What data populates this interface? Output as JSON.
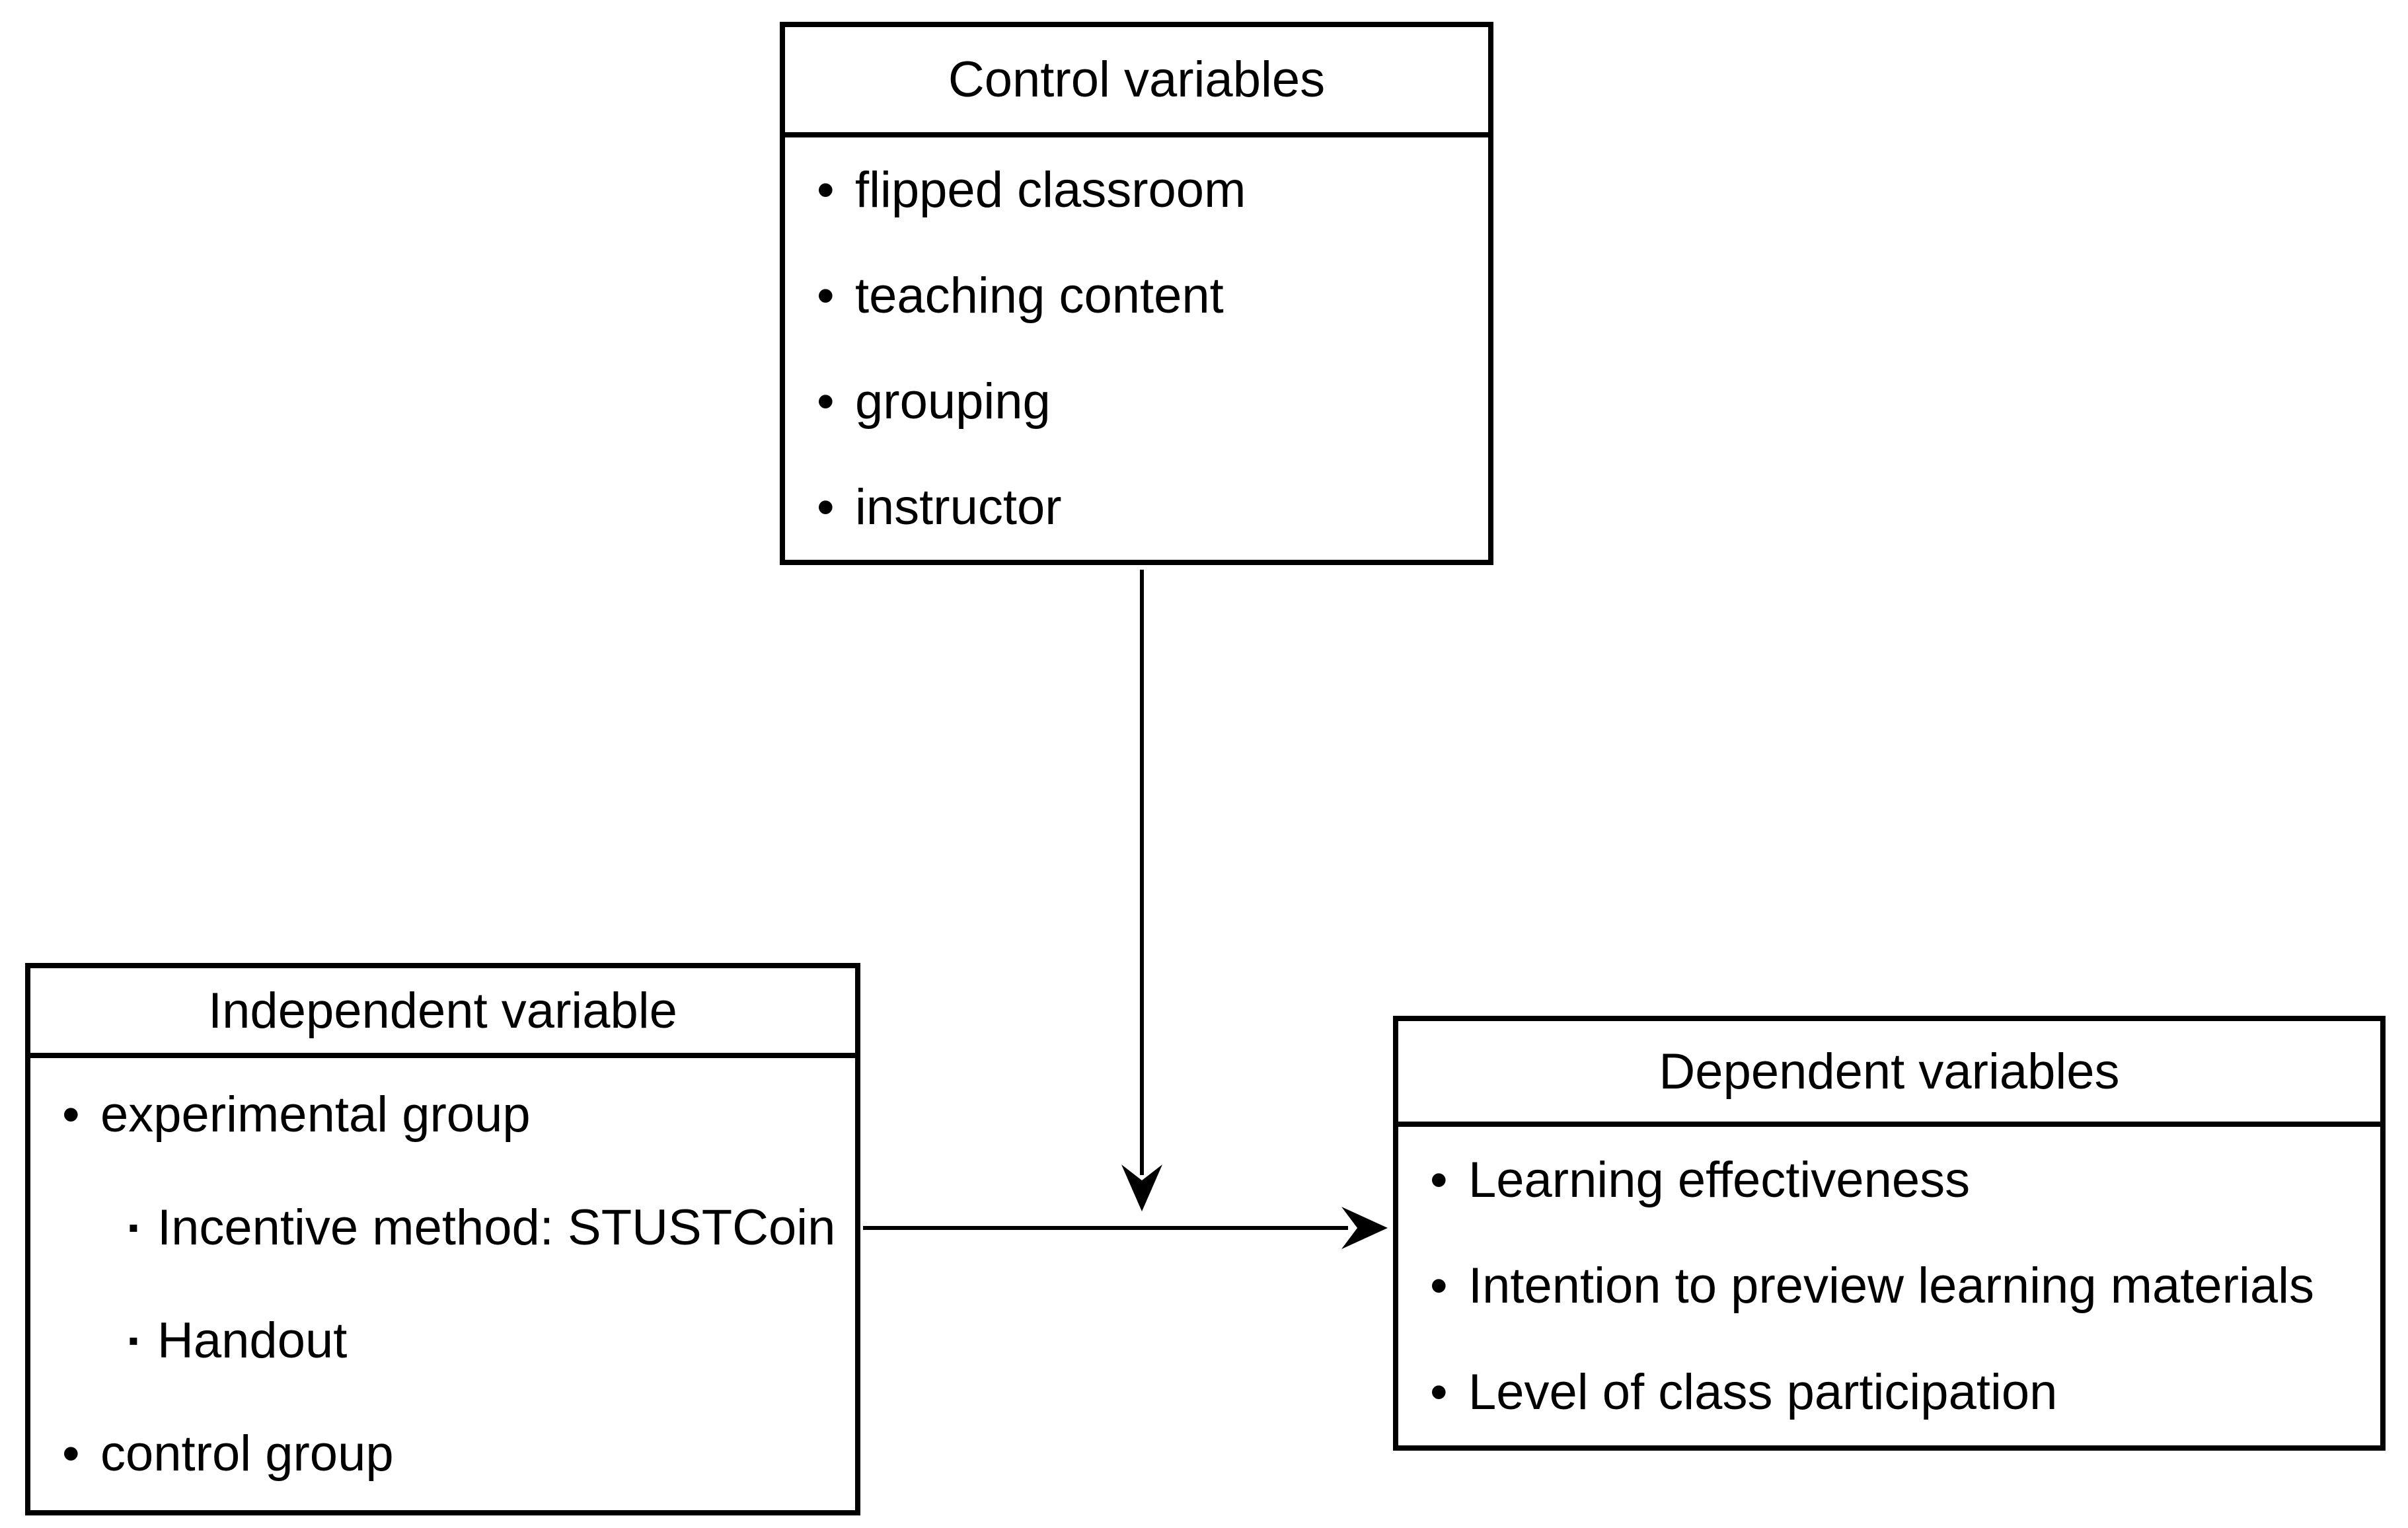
{
  "boxes": {
    "control": {
      "title": "Control variables",
      "items": [
        "flipped classroom",
        "teaching content",
        "grouping",
        "instructor"
      ]
    },
    "independent": {
      "title": "Independent variable",
      "items": [
        {
          "label": "experimental group",
          "level": 1
        },
        {
          "label": "Incentive method: STUSTCoin",
          "level": 2
        },
        {
          "label": "Handout",
          "level": 2
        },
        {
          "label": "control group",
          "level": 1
        }
      ]
    },
    "dependent": {
      "title": "Dependent variables",
      "items": [
        "Learning effectiveness",
        "Intention to preview learning materials",
        "Level of class participation"
      ]
    }
  },
  "bullets": {
    "level1": "•",
    "level2": "▪"
  },
  "arrows": [
    {
      "name": "control-to-junction",
      "direction": "down"
    },
    {
      "name": "independent-to-dependent",
      "direction": "right"
    }
  ],
  "colors": {
    "line": "#000000",
    "text": "#000000",
    "background": "#ffffff"
  }
}
